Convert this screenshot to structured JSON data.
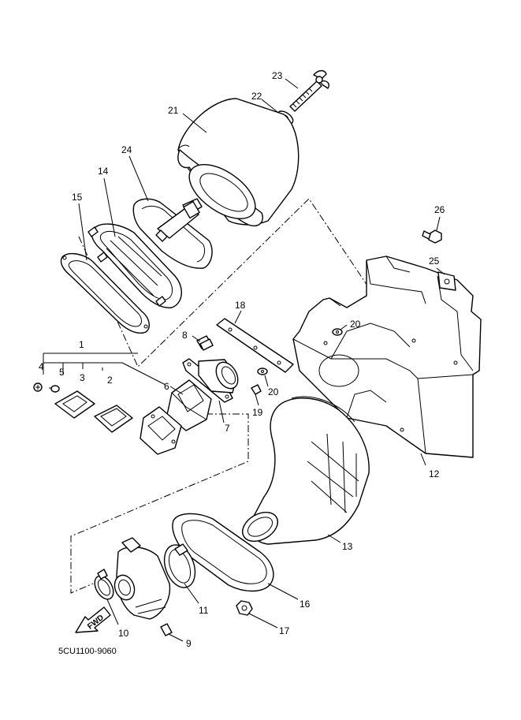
{
  "diagram": {
    "parts": {
      "p1": "1",
      "p2": "2",
      "p3": "3",
      "p4": "4",
      "p5": "5",
      "p6": "6",
      "p7": "7",
      "p8": "8",
      "p9": "9",
      "p10": "10",
      "p11": "11",
      "p12": "12",
      "p13": "13",
      "p14": "14",
      "p15": "15",
      "p16": "16",
      "p17": "17",
      "p18": "18",
      "p19": "19",
      "p20a": "20",
      "p20b": "20",
      "p21": "21",
      "p22": "22",
      "p23": "23",
      "p24": "24",
      "p25": "25",
      "p26": "26"
    },
    "fwd_label": "FWD",
    "drawing_code": "5CU1100-9060"
  }
}
